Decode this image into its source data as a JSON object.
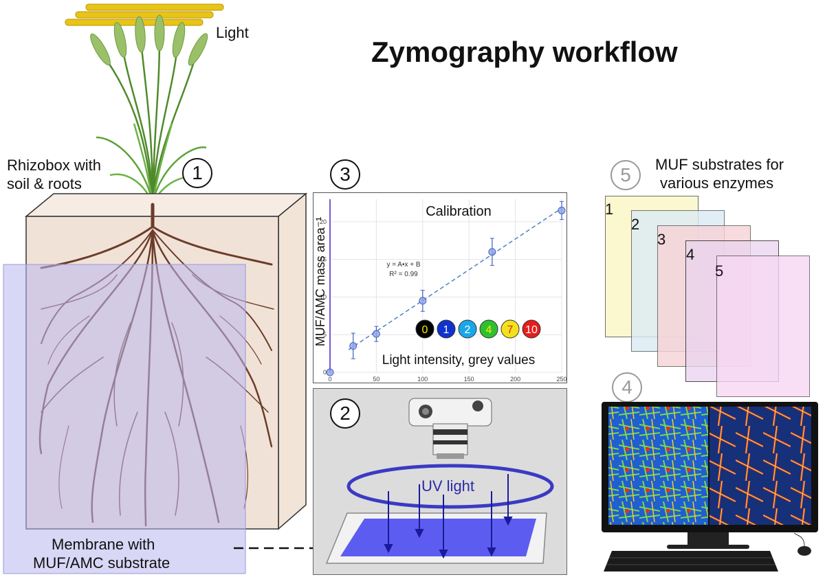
{
  "title": "Zymography workflow",
  "labels": {
    "light": "Light",
    "rhizobox": [
      "Rhizobox with",
      "soil & roots"
    ],
    "membrane": [
      "Membrane with",
      "MUF/AMC substrate"
    ],
    "uv_light": "UV light",
    "muf_substrates": [
      "MUF substrates for",
      "various enzymes"
    ]
  },
  "steps": [
    "1",
    "2",
    "3",
    "4",
    "5"
  ],
  "sheets": [
    "1",
    "2",
    "3",
    "4",
    "5"
  ],
  "colors": {
    "sheet_colors": [
      "#fbf7c8",
      "#dcebf5",
      "#f7d3d6",
      "#ead4ef",
      "#f8d8f4"
    ],
    "membrane": "#b9b6ef",
    "uv_ring": "#3b3ac4",
    "uv_membrane": "#5c5df0",
    "roots": "#6b3d2a"
  },
  "chart_data": {
    "type": "scatter",
    "title": "Calibration",
    "xlabel": "Light intensity, grey values",
    "ylabel": "MUF/AMC mass area⁻¹",
    "xlim": [
      0,
      250
    ],
    "ylim": [
      0,
      23
    ],
    "x_ticks": [
      0,
      50,
      100,
      150,
      200,
      250
    ],
    "y_ticks": [
      0,
      5,
      10,
      15,
      20
    ],
    "grid": true,
    "points": [
      {
        "x": 0,
        "y": 0,
        "err": 0
      },
      {
        "x": 25,
        "y": 3.5,
        "err": 1.7
      },
      {
        "x": 50,
        "y": 5.1,
        "err": 1.0
      },
      {
        "x": 100,
        "y": 9.5,
        "err": 1.4
      },
      {
        "x": 175,
        "y": 16.0,
        "err": 1.8
      },
      {
        "x": 250,
        "y": 21.5,
        "err": 1.2
      }
    ],
    "fit": {
      "x": [
        20,
        250
      ],
      "y": [
        3.0,
        21.8
      ]
    },
    "annotations": [
      "y = A•x + B",
      "R² = 0.99"
    ],
    "scale_badges": [
      {
        "label": "0",
        "color": "#000000",
        "text_color": "#ffee00"
      },
      {
        "label": "1",
        "color": "#1133cc",
        "text_color": "#ffffff"
      },
      {
        "label": "2",
        "color": "#1aa7e8",
        "text_color": "#ffffff"
      },
      {
        "label": "4",
        "color": "#2fc02f",
        "text_color": "#ffee00"
      },
      {
        "label": "7",
        "color": "#f2e21b",
        "text_color": "#e02020"
      },
      {
        "label": "10",
        "color": "#e51d1d",
        "text_color": "#ffffff"
      }
    ]
  }
}
